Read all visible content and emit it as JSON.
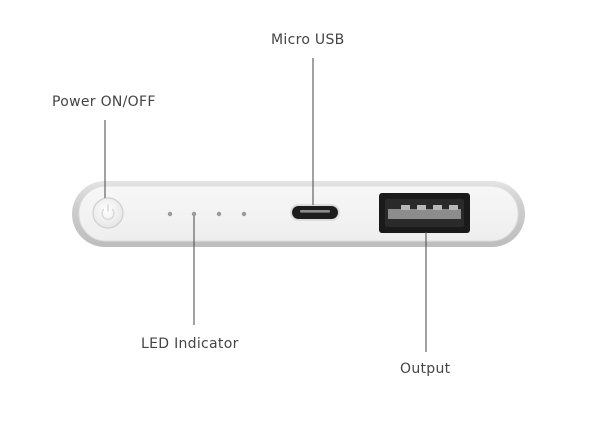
{
  "labels": {
    "micro_usb": "Micro USB",
    "power": "Power ON/OFF",
    "led": "LED Indicator",
    "output": "Output"
  },
  "device": {
    "body_color": "#d2d2d2",
    "face_color": "#f3f3f3",
    "port_color": "#1a1a1a",
    "led_count": 4
  }
}
